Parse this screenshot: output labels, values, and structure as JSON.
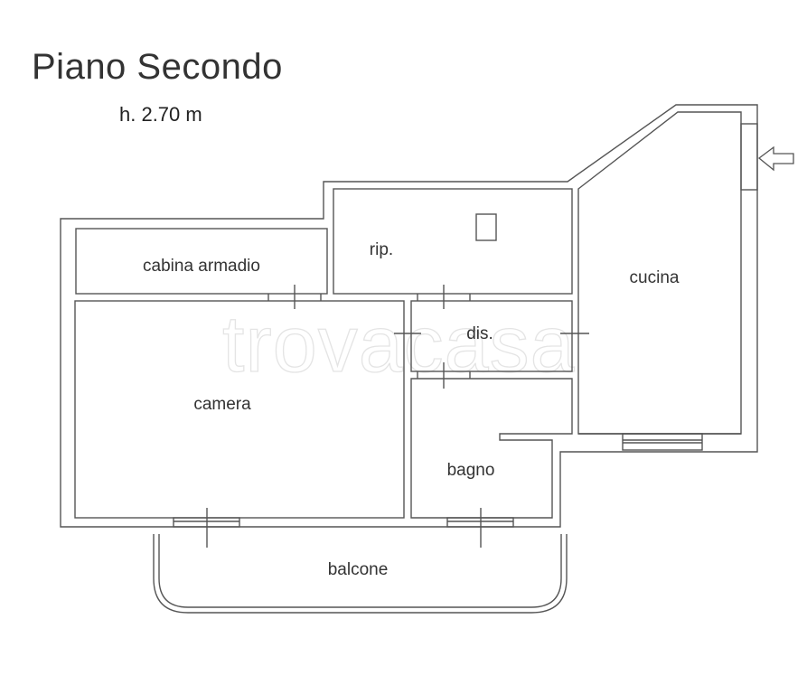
{
  "header": {
    "title": "Piano Secondo",
    "height_label": "h. 2.70 m"
  },
  "rooms": {
    "cabina_armadio": "cabina armadio",
    "rip": "rip.",
    "cucina": "cucina",
    "dis": "dis.",
    "camera": "camera",
    "bagno": "bagno",
    "balcone": "balcone"
  },
  "watermark": "trovacasa",
  "entrance_icon": "arrow-left-icon",
  "colors": {
    "wall_line": "#555555",
    "text": "#333333",
    "watermark": "#e4e4e4"
  }
}
